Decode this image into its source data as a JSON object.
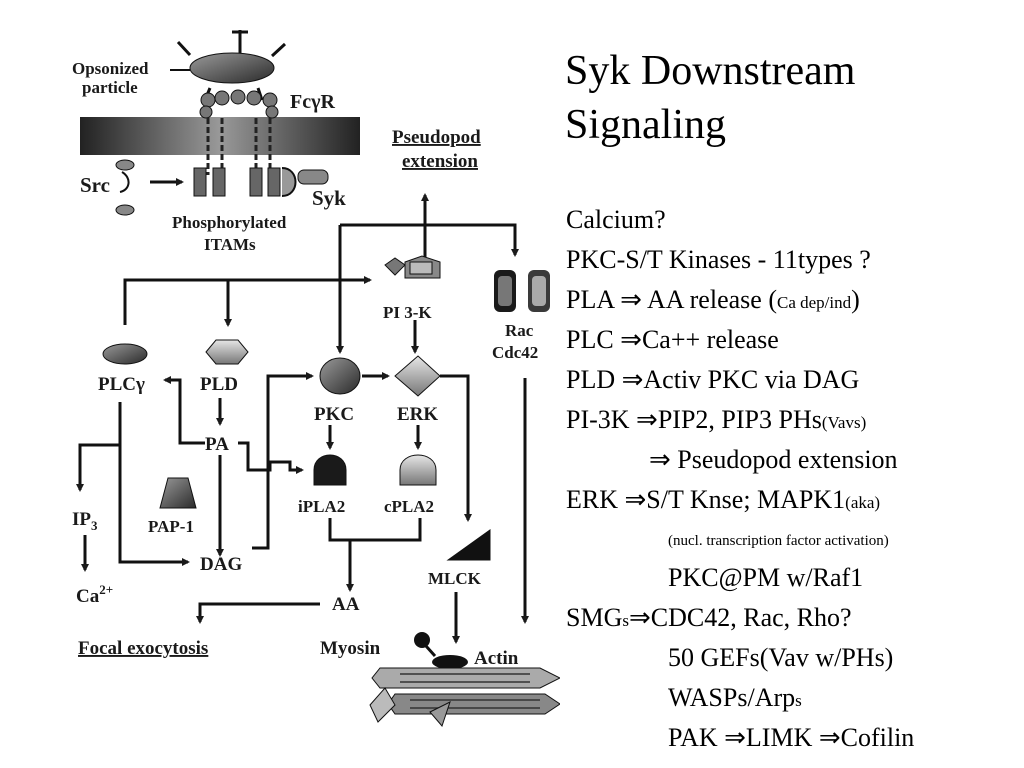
{
  "slide": {
    "title_line1": "Syk Downstream",
    "title_line2": "Signaling"
  },
  "diagram": {
    "opsonized_particle": "Opsonized\nparticle",
    "fcgr": "FcγR",
    "src": "Src",
    "syk": "Syk",
    "phospho_itams": "Phosphorylated\nITAMs",
    "pseudopod_extension": "Pseudopod\nextension",
    "pi3k": "PI 3-K",
    "rac_cdc42": "Rac\nCdc42",
    "plcg": "PLCγ",
    "pld": "PLD",
    "pkc": "PKC",
    "erk": "ERK",
    "pa": "PA",
    "ip3": "IP",
    "ip3_sub": "3",
    "ca": "Ca",
    "ca_sup": "2+",
    "pap1": "PAP-1",
    "ipla2": "iPLA2",
    "cpla2": "cPLA2",
    "dag": "DAG",
    "aa": "AA",
    "mlck": "MLCK",
    "focal_exocytosis": "Focal exocytosis",
    "myosin": "Myosin",
    "actin": "Actin"
  },
  "notes": {
    "l1": "Calcium?",
    "l2": "PKC-S/T Kinases - 11types ?",
    "l3a": "PLA ⇒ AA release (",
    "l3b": "Ca dep/ind",
    "l3c": ")",
    "l4": "PLC ⇒Ca++ release",
    "l5": "PLD ⇒Activ PKC via DAG",
    "l6a": "PI-3K ⇒PIP2, PIP3 PHs",
    "l6b": "(Vavs)",
    "l7": "⇒ Pseudopod extension",
    "l8a": "ERK ⇒S/T Knse; MAPK1",
    "l8b": "(aka)",
    "l9": "(nucl. transcription factor activation)",
    "l10": "PKC@PM w/Raf1",
    "l11a": "SMG",
    "l11b": "s",
    "l11c": "⇒CDC42, Rac, Rho?",
    "l12": "50 GEFs(Vav w/PHs)",
    "l13a": "WASPs/Arp",
    "l13b": "s",
    "l14": "PAK ⇒LIMK ⇒Cofilin"
  }
}
